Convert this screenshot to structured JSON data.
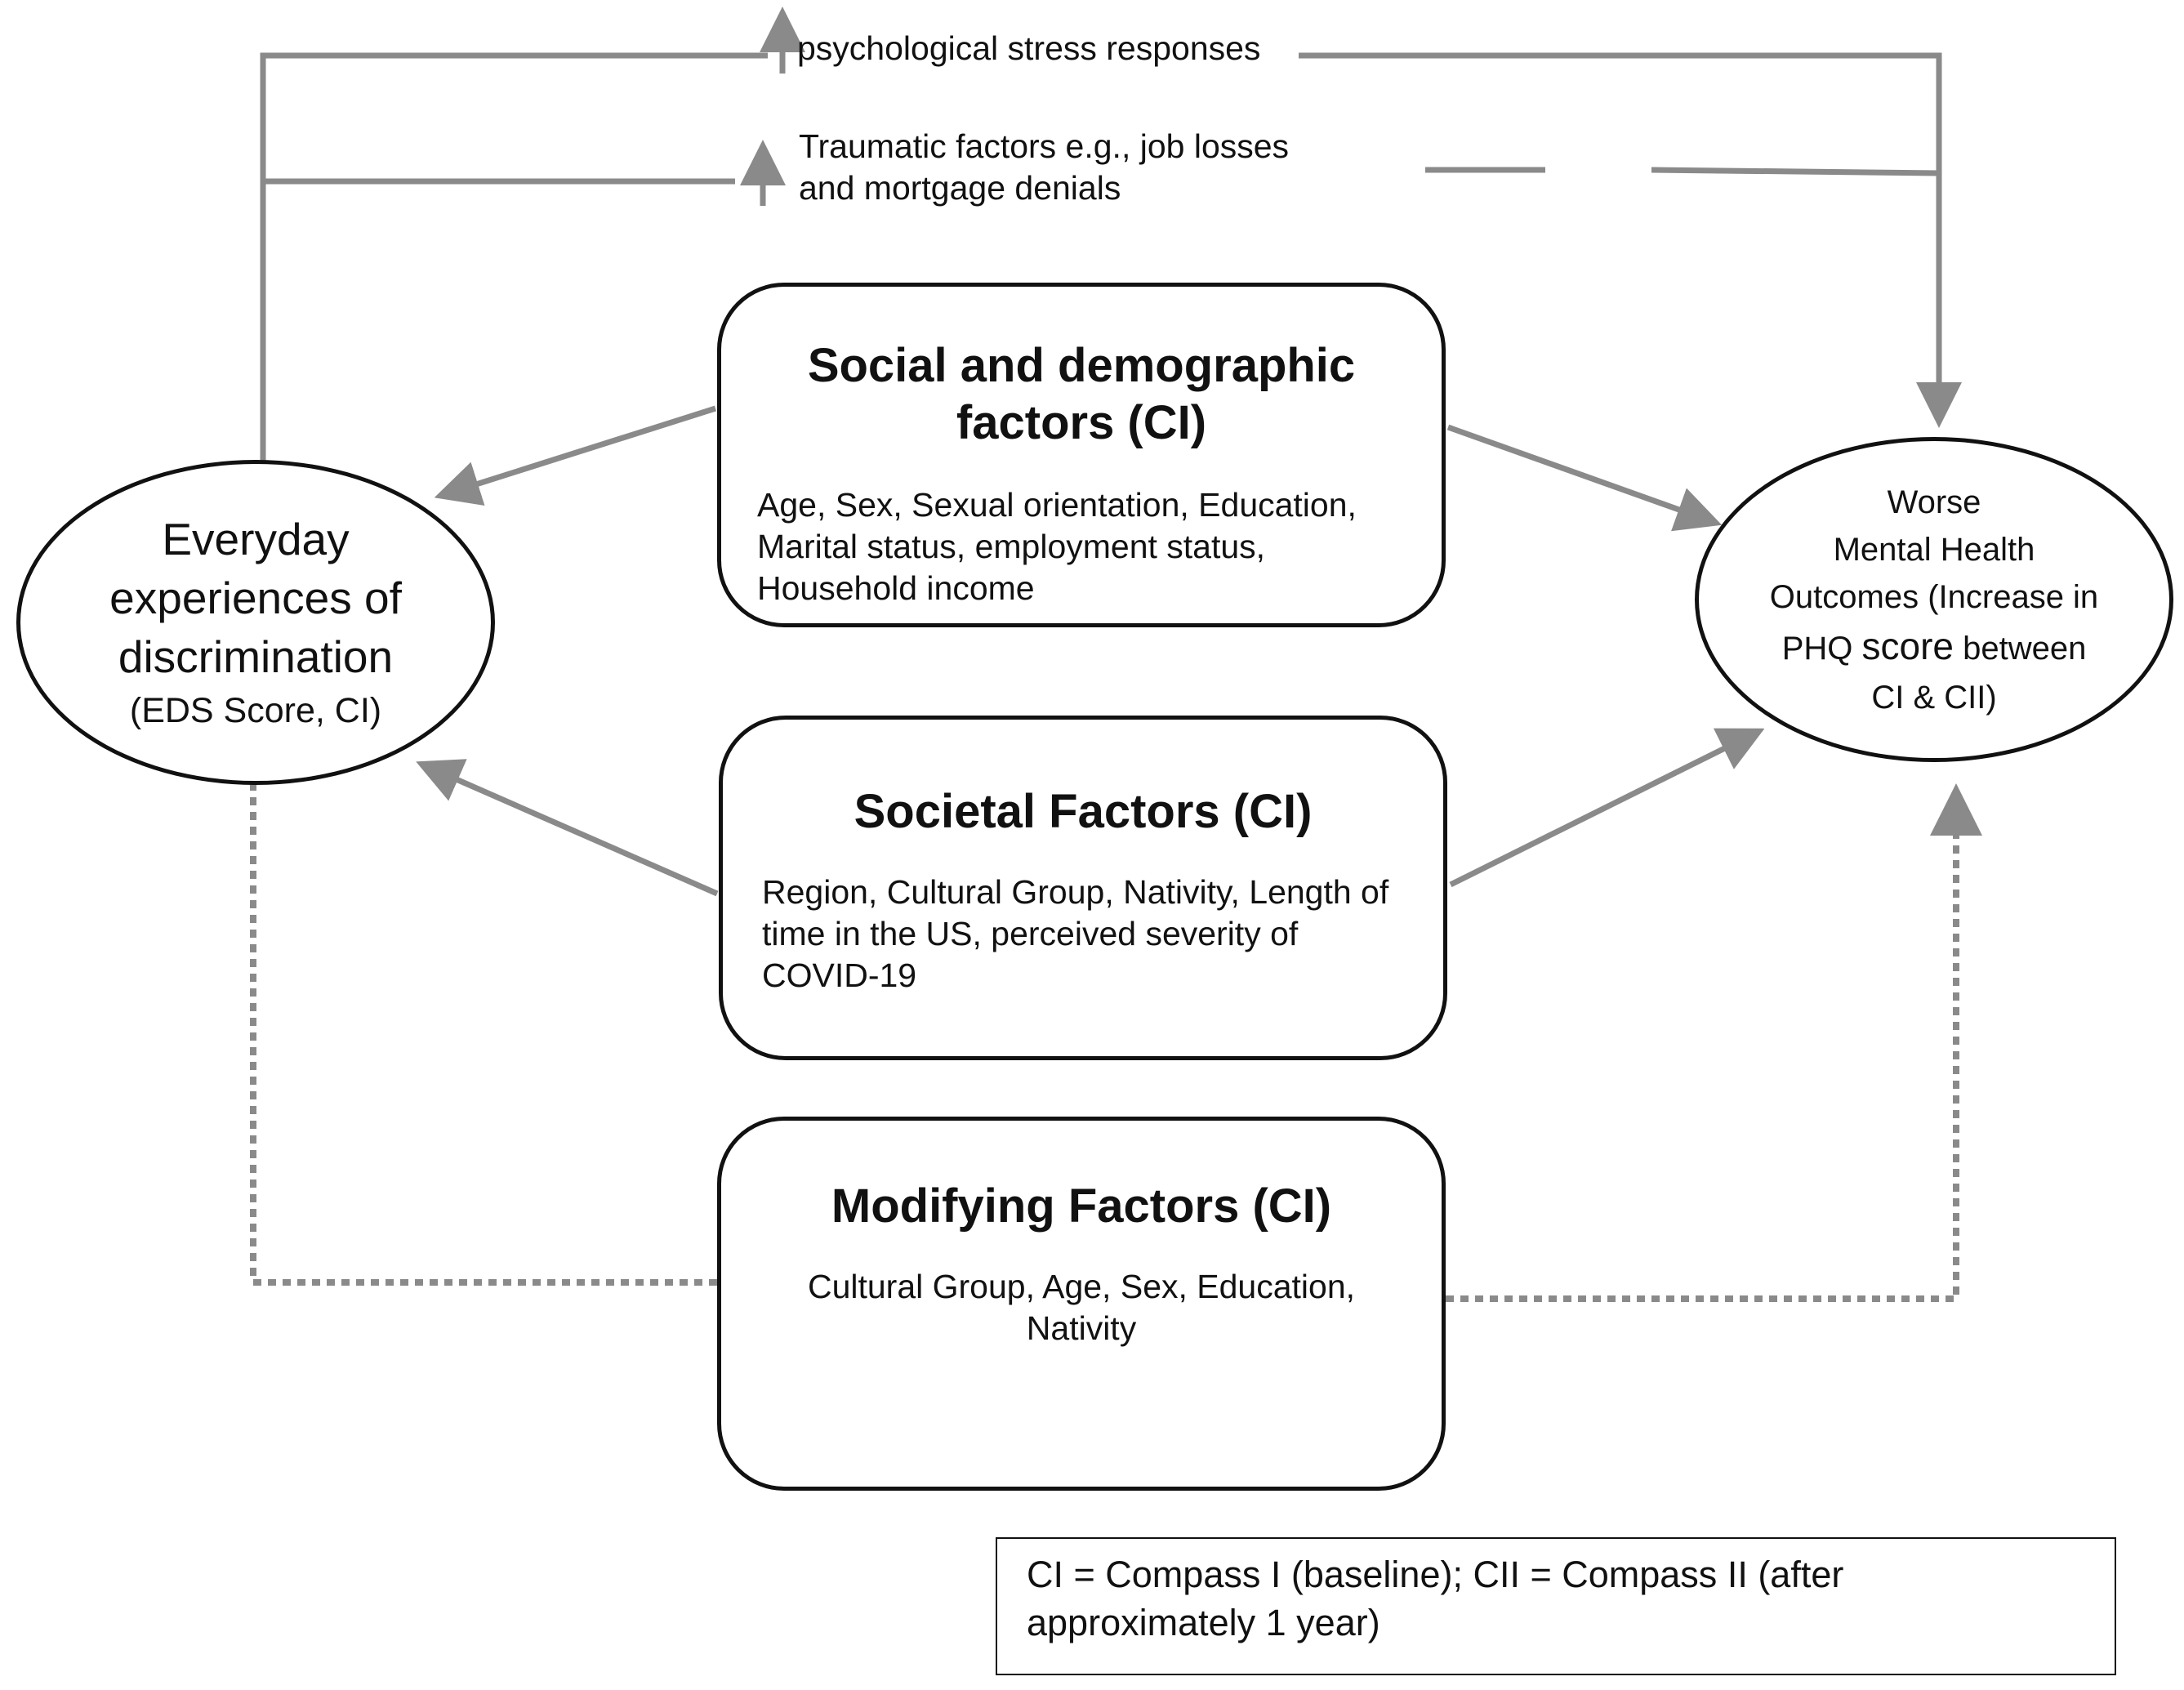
{
  "top_labels": {
    "stress": "psychological stress responses",
    "traumatic": "Traumatic factors e.g., job losses\nand mortgage denials"
  },
  "left_node": {
    "line1": "Everyday",
    "line2": "experiences of",
    "line3": "discrimination",
    "sub": "(EDS Score, CI)"
  },
  "right_node": {
    "line1": "Worse",
    "line2": "Mental Health",
    "line3": "Outcomes (Increase in",
    "line4_pre": "PHQ ",
    "line4_score": "score",
    "line4_post": " between",
    "line5": "CI & CII)"
  },
  "boxes": {
    "social": {
      "title": "Social and demographic\nfactors (CI)",
      "body": "Age, Sex, Sexual orientation, Education,\nMarital status, employment status,\nHousehold income"
    },
    "societal": {
      "title": "Societal Factors (CI)",
      "body": "Region, Cultural Group, Nativity, Length of\ntime in the US, perceived severity of\nCOVID-19"
    },
    "modifying": {
      "title": "Modifying Factors (CI)",
      "body": "Cultural Group, Age, Sex, Education,\nNativity"
    }
  },
  "legend": {
    "text": "CI = Compass I (baseline); CII = Compass II (after\napproximately 1 year)"
  },
  "colors": {
    "arrow": "#8a8a8a",
    "border": "#111111"
  }
}
